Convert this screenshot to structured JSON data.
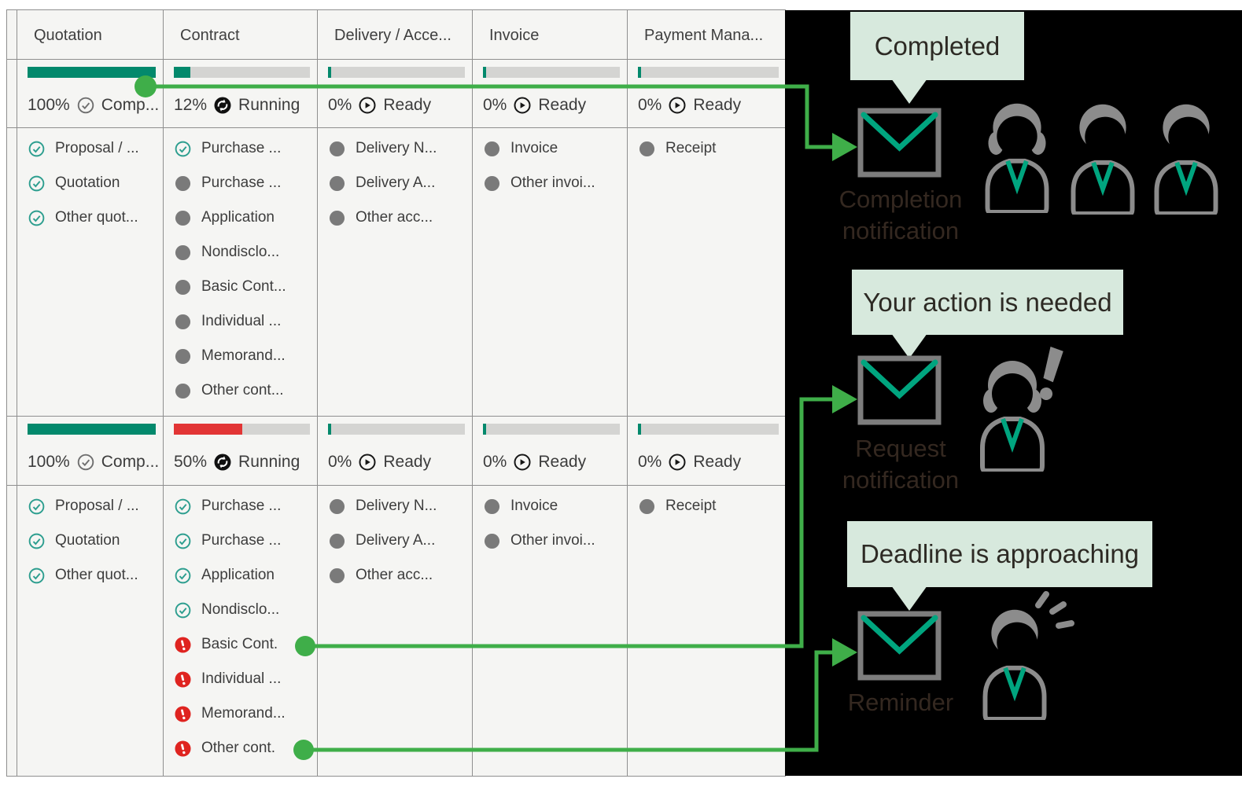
{
  "colors": {
    "accent_green": "#3fae49",
    "progress_teal": "#03896c",
    "progress_red": "#e23535",
    "check_teal": "#2d9e8f",
    "alert_red": "#df2420",
    "pending_gray": "#7a7a7a",
    "bubble_bg": "#d7e9dd",
    "panel_bg": "#000000",
    "envelope_flap": "#00a57f",
    "person_gray": "#8c8c8c"
  },
  "table": {
    "headers": [
      "Quotation",
      "Contract",
      "Delivery / Acce...",
      "Invoice",
      "Payment Mana..."
    ],
    "groups": [
      {
        "cells": [
          {
            "percent": "100%",
            "status": "Comp...",
            "status_icon": "complete",
            "bar_style": "width:100%;background:#03896c",
            "items": [
              {
                "icon": "check",
                "label": "Proposal / ..."
              },
              {
                "icon": "check",
                "label": "Quotation"
              },
              {
                "icon": "check",
                "label": "Other quot..."
              }
            ]
          },
          {
            "percent": "12%",
            "status": "Running",
            "status_icon": "running",
            "bar_style": "width:12%;background:#03896c",
            "items": [
              {
                "icon": "check",
                "label": "Purchase ..."
              },
              {
                "icon": "pending",
                "label": "Purchase ..."
              },
              {
                "icon": "pending",
                "label": "Application"
              },
              {
                "icon": "pending",
                "label": "Nondisclo..."
              },
              {
                "icon": "pending",
                "label": "Basic Cont..."
              },
              {
                "icon": "pending",
                "label": "Individual ..."
              },
              {
                "icon": "pending",
                "label": "Memorand..."
              },
              {
                "icon": "pending",
                "label": "Other cont..."
              }
            ]
          },
          {
            "percent": "0%",
            "status": "Ready",
            "status_icon": "ready",
            "bar_style": "width:4px;background:#03896c",
            "items": [
              {
                "icon": "pending",
                "label": "Delivery N..."
              },
              {
                "icon": "pending",
                "label": "Delivery A..."
              },
              {
                "icon": "pending",
                "label": "Other acc..."
              }
            ]
          },
          {
            "percent": "0%",
            "status": "Ready",
            "status_icon": "ready",
            "bar_style": "width:4px;background:#03896c",
            "items": [
              {
                "icon": "pending",
                "label": "Invoice"
              },
              {
                "icon": "pending",
                "label": "Other invoi..."
              }
            ]
          },
          {
            "percent": "0%",
            "status": "Ready",
            "status_icon": "ready",
            "bar_style": "width:4px;background:#03896c",
            "items": [
              {
                "icon": "pending",
                "label": "Receipt"
              }
            ]
          }
        ]
      },
      {
        "cells": [
          {
            "percent": "100%",
            "status": "Comp...",
            "status_icon": "complete",
            "bar_style": "width:100%;background:#03896c",
            "items": [
              {
                "icon": "check",
                "label": "Proposal / ..."
              },
              {
                "icon": "check",
                "label": "Quotation"
              },
              {
                "icon": "check",
                "label": "Other quot..."
              }
            ]
          },
          {
            "percent": "50%",
            "status": "Running",
            "status_icon": "running",
            "bar_style": "width:50%;background:#e23535",
            "items": [
              {
                "icon": "check",
                "label": "Purchase ..."
              },
              {
                "icon": "check",
                "label": "Purchase ..."
              },
              {
                "icon": "check",
                "label": "Application"
              },
              {
                "icon": "check",
                "label": "Nondisclo..."
              },
              {
                "icon": "alert",
                "label": "Basic Cont."
              },
              {
                "icon": "alert",
                "label": "Individual ..."
              },
              {
                "icon": "alert",
                "label": "Memorand..."
              },
              {
                "icon": "alert",
                "label": "Other cont."
              }
            ]
          },
          {
            "percent": "0%",
            "status": "Ready",
            "status_icon": "ready",
            "bar_style": "width:4px;background:#03896c",
            "items": [
              {
                "icon": "pending",
                "label": "Delivery N..."
              },
              {
                "icon": "pending",
                "label": "Delivery A..."
              },
              {
                "icon": "pending",
                "label": "Other acc..."
              }
            ]
          },
          {
            "percent": "0%",
            "status": "Ready",
            "status_icon": "ready",
            "bar_style": "width:4px;background:#03896c",
            "items": [
              {
                "icon": "pending",
                "label": "Invoice"
              },
              {
                "icon": "pending",
                "label": "Other invoi..."
              }
            ]
          },
          {
            "percent": "0%",
            "status": "Ready",
            "status_icon": "ready",
            "bar_style": "width:4px;background:#03896c",
            "items": [
              {
                "icon": "pending",
                "label": "Receipt"
              }
            ]
          }
        ]
      }
    ]
  },
  "notifications": [
    {
      "bubble": "Completed",
      "label_line1": "Completion",
      "label_line2": "notification",
      "recipients": 3
    },
    {
      "bubble": "Your action is needed",
      "label_line1": "Request",
      "label_line2": "notification",
      "recipients": 1
    },
    {
      "bubble": "Deadline is approaching",
      "label_line1": "Reminder",
      "label_line2": "",
      "recipients": 1
    }
  ]
}
